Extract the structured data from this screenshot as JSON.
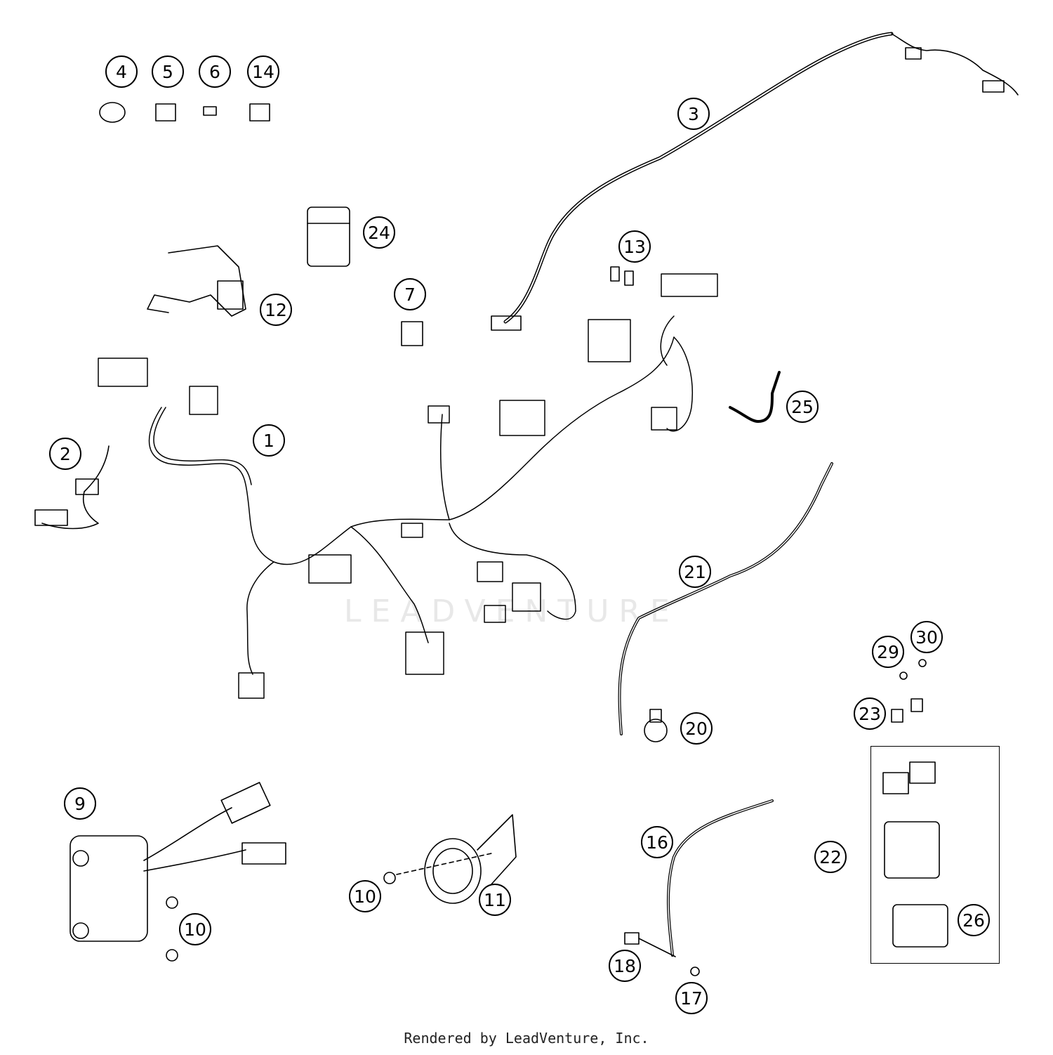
{
  "watermark": "LEADVENTURE",
  "footer": "Rendered by LeadVenture, Inc.",
  "callouts": [
    "1",
    "2",
    "3",
    "4",
    "5",
    "6",
    "7",
    "9",
    "10",
    "10",
    "11",
    "12",
    "13",
    "14",
    "16",
    "17",
    "18",
    "20",
    "21",
    "22",
    "23",
    "24",
    "25",
    "26",
    "29",
    "30"
  ]
}
